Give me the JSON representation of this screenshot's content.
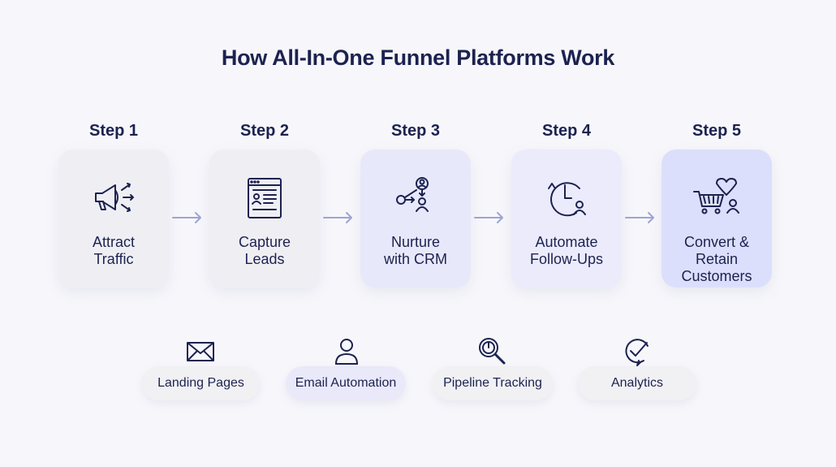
{
  "title": "How All-In-One Funnel Platforms Work",
  "steps": [
    {
      "label": "Step 1",
      "text": "Attract\nTraffic",
      "icon": "megaphone-icon",
      "bg": "#efeff3"
    },
    {
      "label": "Step 2",
      "text": "Capture\nLeads",
      "icon": "form-window-icon",
      "bg": "#efeff3"
    },
    {
      "label": "Step 3",
      "text": "Nurture\nwith CRM",
      "icon": "crm-network-icon",
      "bg": "#e8e8fb"
    },
    {
      "label": "Step 4",
      "text": "Automate\nFollow-Ups",
      "icon": "clock-user-icon",
      "bg": "#ebebfb"
    },
    {
      "label": "Step 5",
      "text": "Convert &\nRetain\nCustomers",
      "icon": "cart-heart-icon",
      "bg": "#dcdffb"
    }
  ],
  "features": [
    {
      "label": "Landing Pages",
      "icon": "envelope-icon",
      "bg": "#f1f1f4"
    },
    {
      "label": "Email Automation",
      "icon": "user-icon",
      "bg": "#e9e9fa"
    },
    {
      "label": "Pipeline Tracking",
      "icon": "search-icon",
      "bg": "#f1f1f4"
    },
    {
      "label": "Analytics",
      "icon": "checkmark-icon",
      "bg": "#f1f1f4"
    }
  ],
  "colors": {
    "text": "#1c2250",
    "arrow": "#9ea4d4"
  }
}
